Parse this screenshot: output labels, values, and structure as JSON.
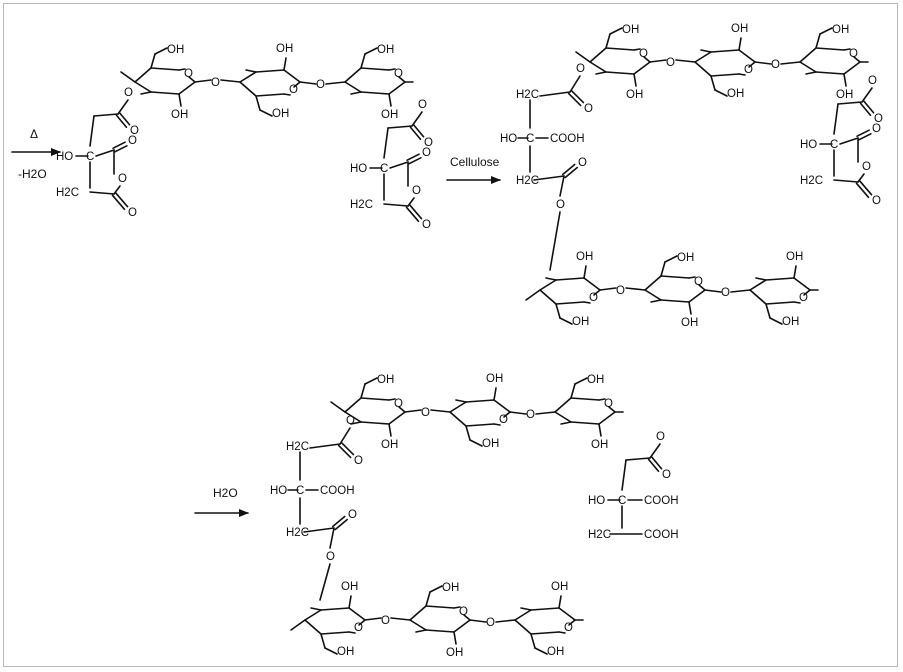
{
  "reaction": {
    "step1_above": "Δ",
    "step1_below": "-H2O",
    "step2_above": "Cellulose",
    "step3_above": "H2O"
  },
  "atoms": {
    "oh": "OH",
    "ho": "HO",
    "o": "O",
    "cooh": "COOH",
    "c": "C",
    "h2c": "H2C"
  }
}
